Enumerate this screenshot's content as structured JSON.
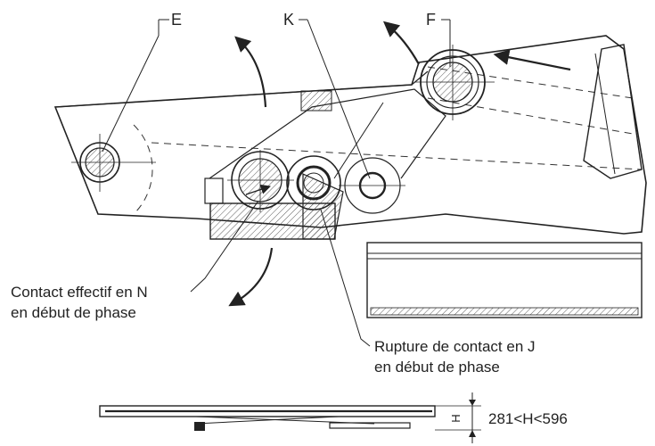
{
  "labels": {
    "E": "E",
    "K": "K",
    "F": "F"
  },
  "annotations": {
    "contact_line1": "Contact effectif en N",
    "contact_line2": "en début de phase",
    "rupture_line1": "Rupture de contact en J",
    "rupture_line2": "en début de phase"
  },
  "dimension": {
    "symbol": "H",
    "range_text": "281<H<596"
  }
}
